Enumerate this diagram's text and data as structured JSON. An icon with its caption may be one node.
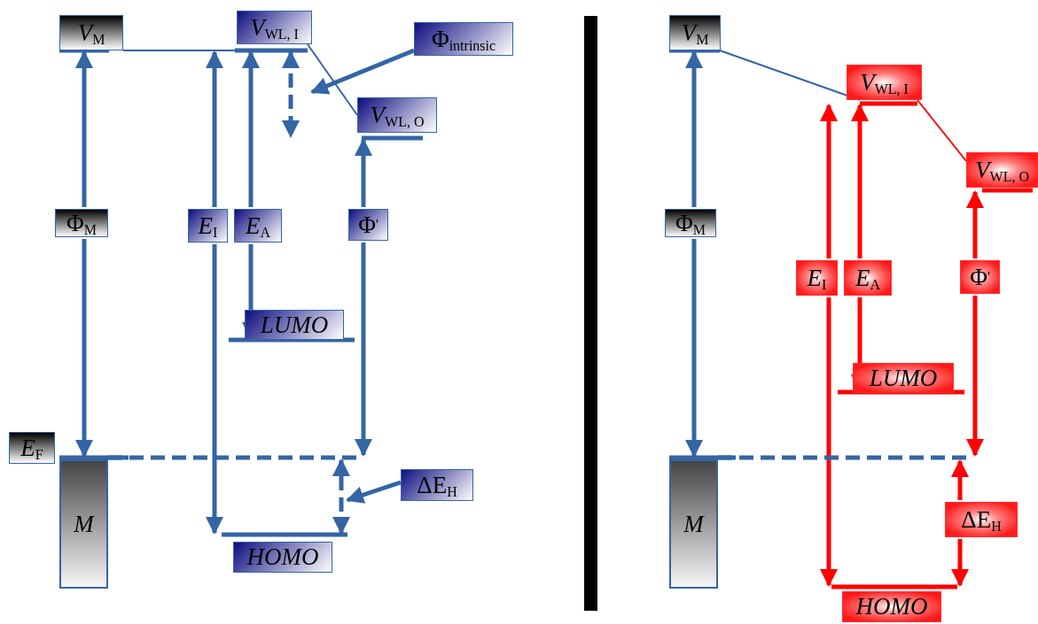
{
  "diagram": {
    "nodes": [
      {
        "text": [
          "*V*$_{M}$"
        ]
      },
      {
        "text": [
          "*V*$_{WL, I}$"
        ]
      },
      {
        "text": [
          "Φ$_{intrinsic}$"
        ]
      },
      {
        "text": [
          "*V*$_{WL, O}$"
        ]
      },
      {
        "text": [
          "Φ$_{M}$"
        ]
      },
      {
        "text": [
          "*E*$_{I}$"
        ]
      },
      {
        "text": [
          "*E*$_{A}$"
        ]
      },
      {
        "text": [
          "Φ$^{'}$"
        ]
      },
      {
        "text": [
          "*LUMO*"
        ]
      },
      {
        "text": [
          "*E*$_{F}$"
        ]
      },
      {
        "text": [
          "*M*"
        ]
      },
      {
        "text": [
          "ΔE$_{H}$"
        ]
      },
      {
        "text": [
          "*HOMO*"
        ]
      },
      {
        "text": [],
        "shape": "bar"
      },
      {
        "text": [
          "*V*$_{M}$"
        ]
      },
      {
        "text": [
          "*V*$_{WL, I}$"
        ]
      },
      {
        "text": [
          "*V*$_{WL, O}$"
        ]
      },
      {
        "text": [
          "Φ$_{M}$"
        ]
      },
      {
        "text": [
          "*E*$_{I}$"
        ]
      },
      {
        "text": [
          "*E*$_{A}$"
        ]
      },
      {
        "text": [
          "Φ$^{'}$"
        ]
      },
      {
        "text": [
          "*LUMO*"
        ]
      },
      {
        "text": [
          "*M*"
        ]
      },
      {
        "text": [
          "ΔE$_{H}$"
        ]
      },
      {
        "text": [
          "*HOMO*"
        ]
      }
    ],
    "edges": [
      {
        "from": 4,
        "to": 0,
        "arrow": "to"
      },
      {
        "from": 4,
        "to": 10,
        "arrow": "to"
      },
      {
        "from": 5,
        "to": 1,
        "arrow": "to"
      },
      {
        "from": 5,
        "to": 12,
        "arrow": "to"
      },
      {
        "from": 6,
        "to": 1,
        "arrow": "to"
      },
      {
        "from": 6,
        "to": 8,
        "arrow": "to"
      },
      {
        "from": 7,
        "to": 3,
        "arrow": "to"
      },
      {
        "from": 7,
        "to": null,
        "arrow": "to"
      },
      {
        "from": 0,
        "to": 1,
        "arrow": "none"
      },
      {
        "from": 1,
        "to": 3,
        "arrow": "none"
      },
      {
        "from": 1,
        "to": 3,
        "arrow": "both",
        "style": "dashed"
      },
      {
        "from": 2,
        "to": null,
        "arrow": "to"
      },
      {
        "from": 10,
        "to": null,
        "arrow": "none",
        "style": "dashed"
      },
      {
        "from": 11,
        "to": null,
        "arrow": "to"
      },
      {
        "from": 12,
        "to": null,
        "arrow": "both",
        "style": "dashed"
      },
      {
        "from": 17,
        "to": 14,
        "arrow": "to"
      },
      {
        "from": 17,
        "to": 22,
        "arrow": "to"
      },
      {
        "from": 14,
        "to": 15,
        "arrow": "none"
      },
      {
        "from": 15,
        "to": 16,
        "arrow": "none",
        "color": "#ff0000"
      },
      {
        "from": 18,
        "to": 15,
        "arrow": "to",
        "color": "#ff0000"
      },
      {
        "from": 18,
        "to": 24,
        "arrow": "to",
        "color": "#ff0000"
      },
      {
        "from": 19,
        "to": 15,
        "arrow": "to",
        "color": "#ff0000"
      },
      {
        "from": 19,
        "to": 21,
        "arrow": "to",
        "color": "#ff0000"
      },
      {
        "from": 20,
        "to": 16,
        "arrow": "to",
        "color": "#ff0000"
      },
      {
        "from": 20,
        "to": null,
        "arrow": "to",
        "color": "#ff0000"
      },
      {
        "from": 22,
        "to": null,
        "arrow": "none",
        "style": "dashed"
      },
      {
        "from": 23,
        "to": null,
        "arrow": "to",
        "color": "#ff0000"
      },
      {
        "from": 23,
        "to": 24,
        "arrow": "to",
        "color": "#ff0000"
      }
    ]
  }
}
